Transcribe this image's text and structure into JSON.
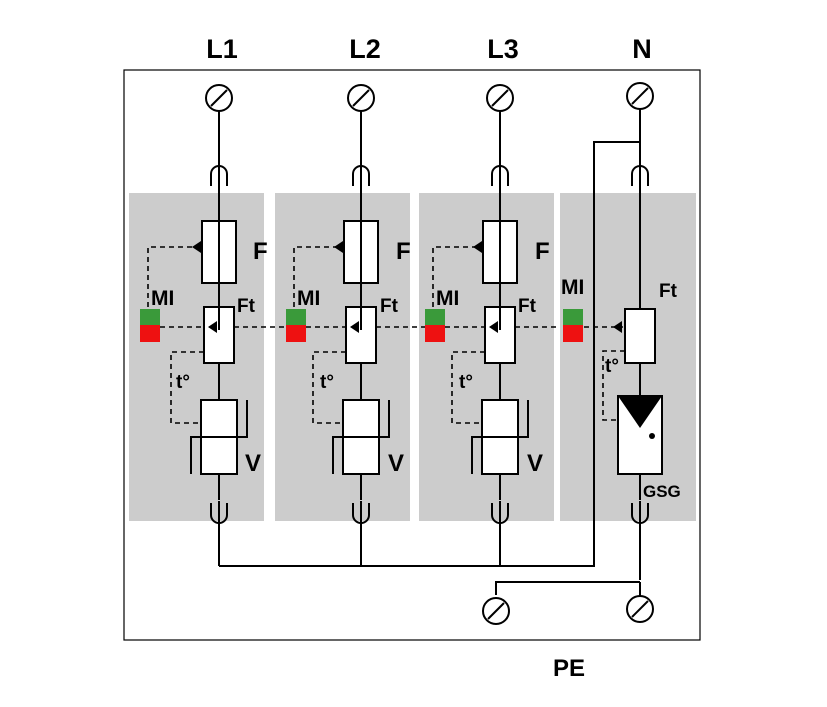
{
  "terminals_top": [
    "L1",
    "L2",
    "L3",
    "N"
  ],
  "terminal_bottom": "PE",
  "modules": [
    {
      "fuse": "F",
      "thermal_fuse": "Ft",
      "indicator": "MI",
      "temperature": "t°",
      "component": "V"
    },
    {
      "fuse": "F",
      "thermal_fuse": "Ft",
      "indicator": "MI",
      "temperature": "t°",
      "component": "V"
    },
    {
      "fuse": "F",
      "thermal_fuse": "Ft",
      "indicator": "MI",
      "temperature": "t°",
      "component": "V"
    },
    {
      "thermal_fuse": "Ft",
      "indicator": "MI",
      "temperature": "t°",
      "component": "GSG"
    }
  ],
  "colors": {
    "module_fill": "#cccccc",
    "indicator_ok": "#3a9a3a",
    "indicator_fault": "#ee1111",
    "line": "#000000"
  }
}
